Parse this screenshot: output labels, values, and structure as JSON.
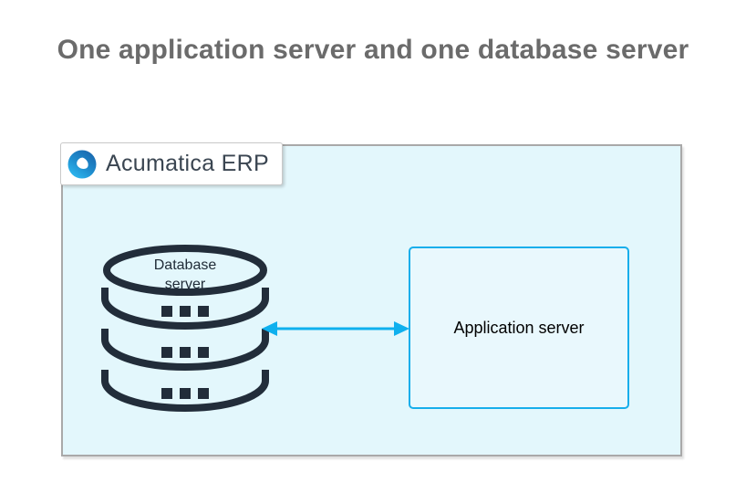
{
  "page": {
    "title": "One application server and one database server"
  },
  "diagram": {
    "system_label": "Acumatica ERP",
    "system_logo_icon": "acumatica-logo-icon",
    "nodes": {
      "database": {
        "label": "Database server",
        "icon": "database-cylinder-stack-icon"
      },
      "application": {
        "label": "Application server"
      }
    },
    "connection": {
      "type": "bidirectional-arrow",
      "from": "Database server",
      "to": "Application server"
    }
  },
  "colors": {
    "accent_cyan": "#14aeea",
    "container_fill": "#e3f7fc",
    "container_border": "#a9a9a9",
    "icon_dark": "#222d3a",
    "title_gray": "#6b6b6b",
    "label_text": "#3a4551",
    "logo_blue_top": "#1a64ab",
    "logo_blue_bottom": "#2fbdf4"
  }
}
